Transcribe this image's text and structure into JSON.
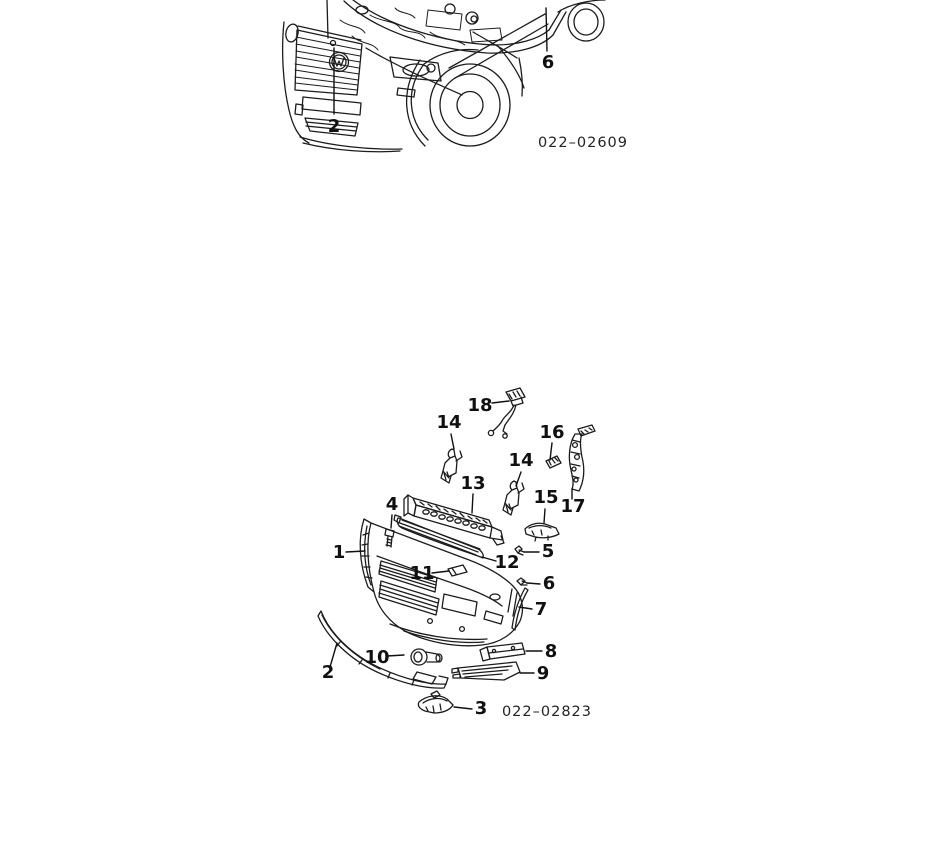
{
  "document": {
    "background_color": "#ffffff",
    "line_color": "#1c1c1c"
  },
  "figures": {
    "overview": {
      "code": "022–02609",
      "callouts": [
        {
          "label": "2"
        },
        {
          "label": "6"
        }
      ]
    },
    "exploded": {
      "code": "022–02823",
      "callouts": [
        {
          "label": "18"
        },
        {
          "label": "14"
        },
        {
          "label": "16"
        },
        {
          "label": "14"
        },
        {
          "label": "13"
        },
        {
          "label": "15"
        },
        {
          "label": "17"
        },
        {
          "label": "4"
        },
        {
          "label": "1"
        },
        {
          "label": "12"
        },
        {
          "label": "5"
        },
        {
          "label": "11"
        },
        {
          "label": "6"
        },
        {
          "label": "7"
        },
        {
          "label": "10"
        },
        {
          "label": "2"
        },
        {
          "label": "8"
        },
        {
          "label": "9"
        },
        {
          "label": "3"
        }
      ]
    }
  }
}
